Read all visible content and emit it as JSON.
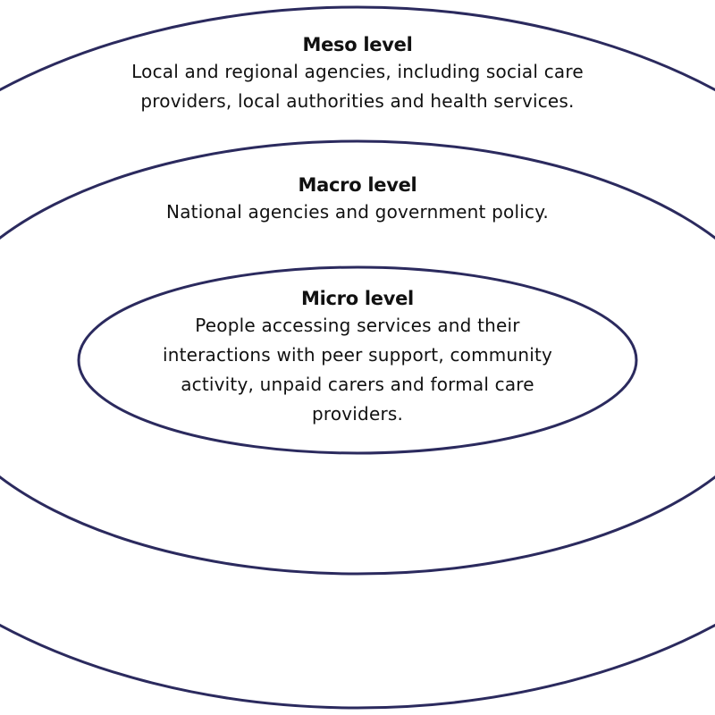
{
  "diagram": {
    "stroke_color": "#2b2a5e",
    "meso": {
      "heading": "Meso level",
      "lines": [
        "Local and regional agencies, including social care",
        "providers, local authorities and health services."
      ]
    },
    "macro": {
      "heading": "Macro level",
      "lines": [
        "National agencies and government policy."
      ]
    },
    "micro": {
      "heading": "Micro level",
      "lines": [
        "People accessing services and their",
        "interactions with peer support, community",
        "activity, unpaid carers and formal care",
        "providers."
      ]
    }
  }
}
